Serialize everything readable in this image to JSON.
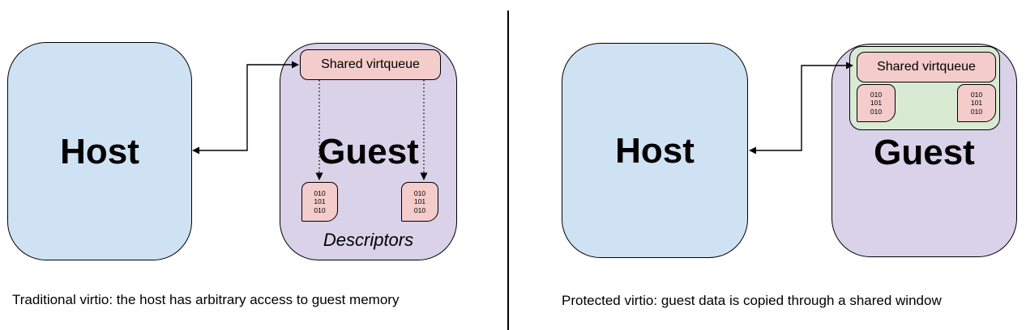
{
  "diagram": {
    "left_panel": {
      "host_label": "Host",
      "guest_label": "Guest",
      "virtqueue_label": "Shared virtqueue",
      "descriptors_label": "Descriptors",
      "memory_lines": [
        "010",
        "101",
        "010"
      ],
      "caption": "Traditional virtio: the host has arbitrary access to guest memory"
    },
    "right_panel": {
      "host_label": "Host",
      "guest_label": "Guest",
      "virtqueue_label": "Shared virtqueue",
      "memory_lines": [
        "010",
        "101",
        "010"
      ],
      "caption": "Protected virtio: guest data is copied through a shared window"
    }
  },
  "colors": {
    "background": "#ffffff",
    "host_fill": "#cfe2f3",
    "guest_fill": "#d9d2e9",
    "virtqueue_fill": "#f4cccc",
    "descriptor_fill": "#f4cccc",
    "shared_window_fill": "#d9ead3",
    "border": "#000000",
    "text": "#000000"
  }
}
